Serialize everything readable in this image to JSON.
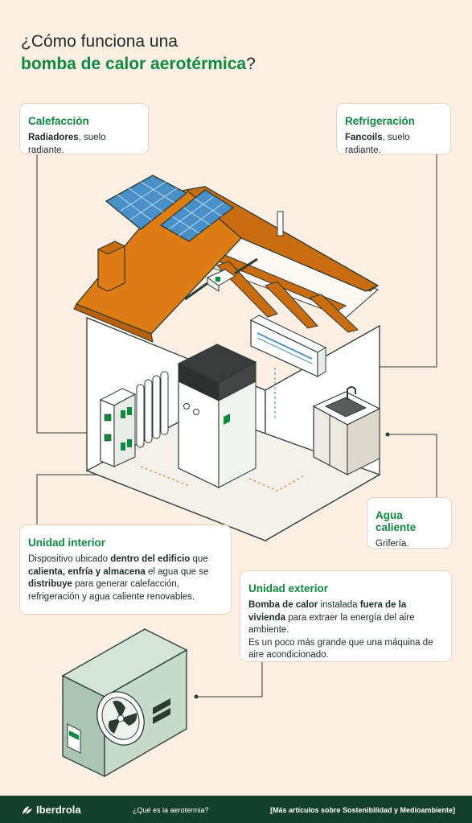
{
  "title": {
    "line1": "¿Cómo funciona una",
    "line2_accent": "bomba de calor aerotérmica",
    "line2_end": "?"
  },
  "cards": {
    "calefaccion": {
      "heading": "Calefacción",
      "bold": "Radiadores",
      "rest": ", suelo radiante."
    },
    "refrigeracion": {
      "heading": "Refrigeración",
      "bold": "Fancoils",
      "rest": ", suelo radiante."
    },
    "agua_caliente": {
      "heading": "Agua caliente",
      "text": "Grifería."
    },
    "unidad_interior": {
      "heading": "Unidad interior",
      "t1": "Dispositivo ubicado ",
      "b1": "dentro del edificio",
      "t2": " que ",
      "b2": "calienta, enfría y almacena",
      "t3": " el agua que se ",
      "b3": "distribuye",
      "t4": " para generar calefacción, refrigeración y agua caliente renovables."
    },
    "unidad_exterior": {
      "heading": "Unidad exterior",
      "b1": "Bomba de calor",
      "t1": " instalada ",
      "b2": "fuera de la vivienda",
      "t2": " para extraer la energía del aire ambiente.",
      "line2": "Es un poco más grande que una máquina de aire acondicionado."
    }
  },
  "footer": {
    "brand": "Iberdrola",
    "link1": "¿Qué es la aerotermia?",
    "link2": "[Más artículos sobre Sostenibilidad y Medioambiente]"
  },
  "colors": {
    "background": "#fbeee3",
    "accent_green": "#0e8a3e",
    "roof_orange": "#dc7c13",
    "footer_green": "#12402d"
  },
  "icons": [
    "solar-panel-icon",
    "house-illustration",
    "outdoor-unit-illustration",
    "iberdrola-leaf-icon"
  ]
}
